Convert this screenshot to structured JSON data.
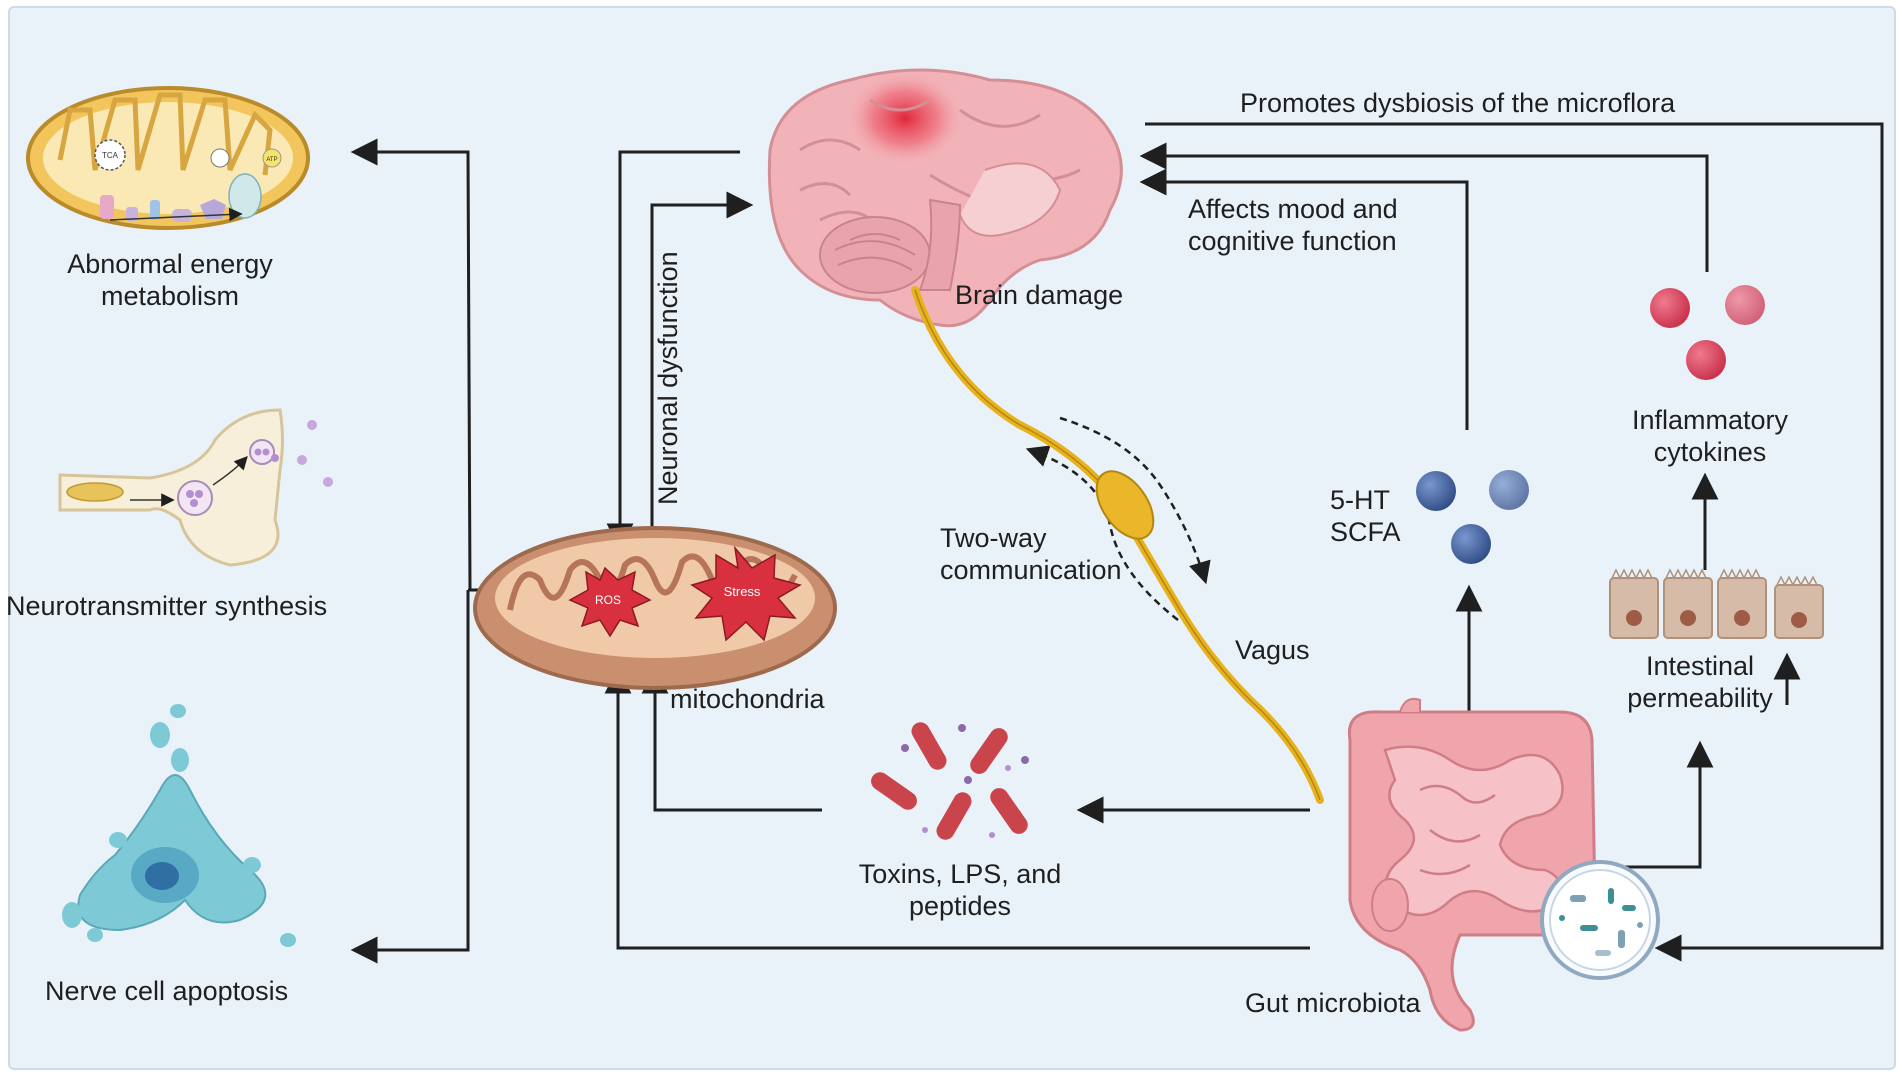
{
  "labels": {
    "abnormal_energy": [
      "Abnormal energy",
      "metabolism"
    ],
    "neurotransmitter": "Neurotransmitter synthesis",
    "apoptosis": "Nerve cell apoptosis",
    "neuronal_dysfunction": "Neuronal dysfunction",
    "mitochondria": "mitochondria",
    "brain_damage": "Brain damage",
    "promotes_dysbiosis": "Promotes dysbiosis of the microflora",
    "affects_mood": [
      "Affects mood and",
      "cognitive function"
    ],
    "two_way": [
      "Two-way",
      "communication"
    ],
    "vagus": "Vagus",
    "five_ht": [
      "5-HT",
      "SCFA"
    ],
    "inflammatory": [
      "Inflammatory",
      "cytokines"
    ],
    "intestinal": [
      "Intestinal",
      "permeability"
    ],
    "toxins": [
      "Toxins, LPS, and",
      "peptides"
    ],
    "gut": "Gut microbiota",
    "ros": "ROS",
    "stress": "Stress",
    "tca": "TCA",
    "atp": "ATP"
  },
  "colors": {
    "background": "#eaf2f9",
    "arrow": "#1f1f1f",
    "mito_outer": "#c98f6e",
    "mito_inner": "#f0c9a8",
    "brain": "#f2b3b8",
    "brain_hot": "#e0263a",
    "vagus": "#e7b21f",
    "blue_molecule": "#3f5f9e",
    "red_molecule": "#d8475f",
    "bacteria": "#c9454b",
    "gut": "#f0a4ac",
    "cell": "#d6bca8",
    "neuron_cell": "#6cc0cf"
  }
}
